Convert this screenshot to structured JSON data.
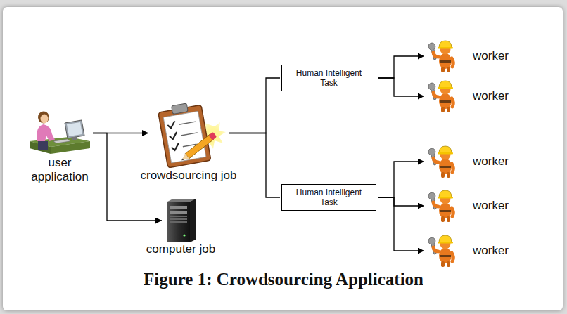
{
  "diagram": {
    "caption": "Figure 1: Crowdsourcing Application",
    "nodes": [
      {
        "text": [
          "user application"
        ]
      },
      {
        "text": [
          "crowdsourcing job"
        ]
      },
      {
        "text": [
          "computer job"
        ]
      },
      {
        "text": [
          "Human Intelligent Task"
        ]
      },
      {
        "text": [
          "Human Intelligent Task"
        ]
      },
      {
        "text": [
          "worker"
        ]
      },
      {
        "text": [
          "worker"
        ]
      },
      {
        "text": [
          "worker"
        ]
      },
      {
        "text": [
          "worker"
        ]
      },
      {
        "text": [
          "worker"
        ]
      }
    ],
    "edges": [
      {
        "from": 0,
        "to": 1,
        "arrow": "to"
      },
      {
        "from": 0,
        "to": 2,
        "arrow": "to"
      },
      {
        "from": 1,
        "to": 3,
        "arrow": "none"
      },
      {
        "from": 1,
        "to": 4,
        "arrow": "none"
      },
      {
        "from": 3,
        "to": 5,
        "arrow": "to"
      },
      {
        "from": 3,
        "to": 6,
        "arrow": "to"
      },
      {
        "from": 4,
        "to": 7,
        "arrow": "to"
      },
      {
        "from": 4,
        "to": 8,
        "arrow": "to"
      },
      {
        "from": 4,
        "to": 9,
        "arrow": "to"
      }
    ]
  }
}
